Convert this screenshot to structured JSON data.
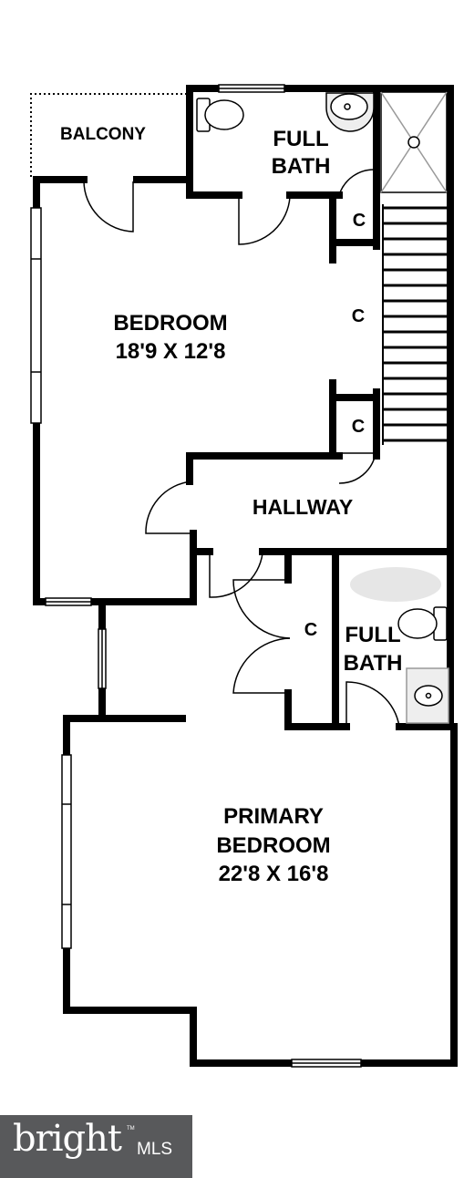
{
  "plan": {
    "rooms": {
      "balcony": "BALCONY",
      "full_bath_upper": [
        "FULL",
        "BATH"
      ],
      "closet_1": "C",
      "closet_2": "C",
      "closet_3": "C",
      "closet_4": "C",
      "bedroom": [
        "BEDROOM",
        "18'9 X 12'8"
      ],
      "hallway": "HALLWAY",
      "full_bath_lower": [
        "FULL",
        "BATH"
      ],
      "primary_bedroom": [
        "PRIMARY",
        "BEDROOM",
        "22'8 X 16'8"
      ]
    }
  },
  "logo": {
    "brand": "bright",
    "suffix": "MLS",
    "trademark": "TM"
  },
  "colors": {
    "wall": "#000000",
    "fixture": "#e6e6e6",
    "logo_bg": "#58595b"
  }
}
